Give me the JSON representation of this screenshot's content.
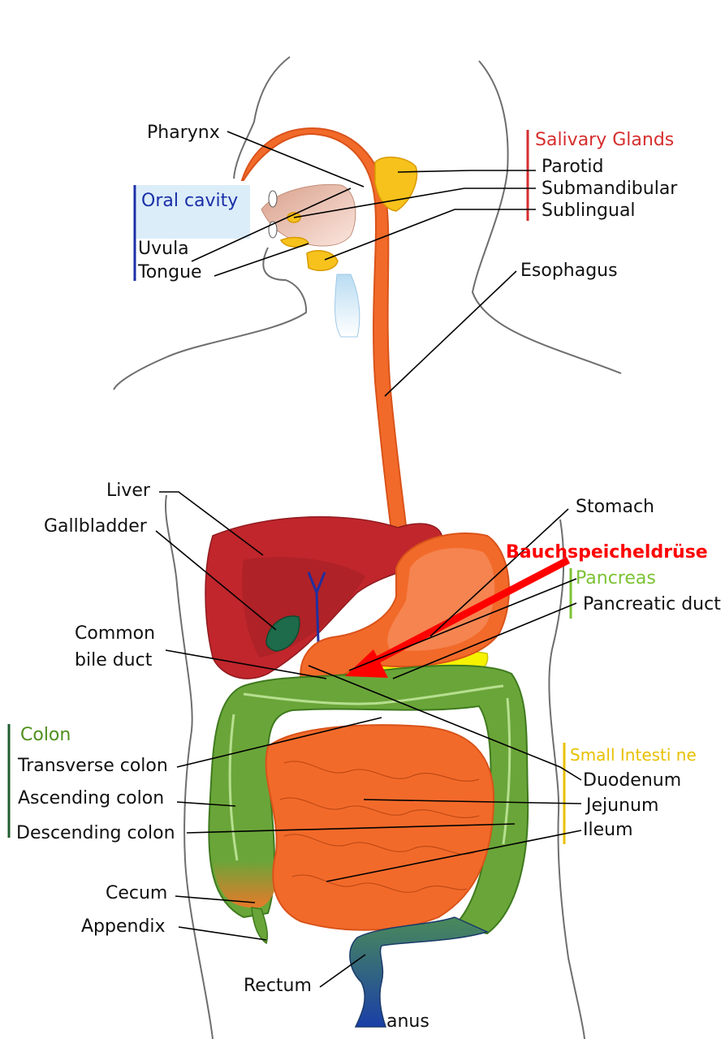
{
  "groups": {
    "salivary": {
      "title": "Salivary Glands",
      "color": "#d62d2d",
      "items": [
        "Parotid",
        "Submandibular",
        "Sublingual"
      ]
    },
    "oral": {
      "title": "Oral cavity",
      "color": "#1a2fa8",
      "items": [
        "Uvula",
        "Tongue"
      ]
    },
    "colon": {
      "title": "Colon",
      "color": "#4f8f1d",
      "bar_color": "#1f5c2e",
      "items": [
        "Transverse colon",
        "Ascending colon",
        "Descending colon"
      ]
    },
    "small_intestine": {
      "title": "Small Intesti ne",
      "color": "#e8c000",
      "items": [
        "Duodenum",
        "Jejunum",
        "Ileum"
      ]
    },
    "pancreas": {
      "title": "Pancreas",
      "color": "#7cc234",
      "items": [
        "Pancreatic duct"
      ]
    }
  },
  "labels": {
    "pharynx": "Pharynx",
    "esophagus": "Esophagus",
    "liver": "Liver",
    "gallbladder": "Gallbladder",
    "common_bile_duct_1": "Common",
    "common_bile_duct_2": "bile duct",
    "stomach": "Stomach",
    "cecum": "Cecum",
    "appendix": "Appendix",
    "rectum": "Rectum",
    "anus": "anus"
  },
  "annotation": {
    "text": "Bauchspeicheldrüse",
    "color": "#ff0000"
  },
  "colors": {
    "esophagus": "#f26a2a",
    "liver": "#c0262c",
    "gallbladder": "#1d6b4a",
    "salivary": "#f7c21b",
    "colon": "#6aa539",
    "small_intestine": "#f26a2a",
    "pancreas": "#f6f200",
    "bile_duct": "#1e2fa0"
  }
}
